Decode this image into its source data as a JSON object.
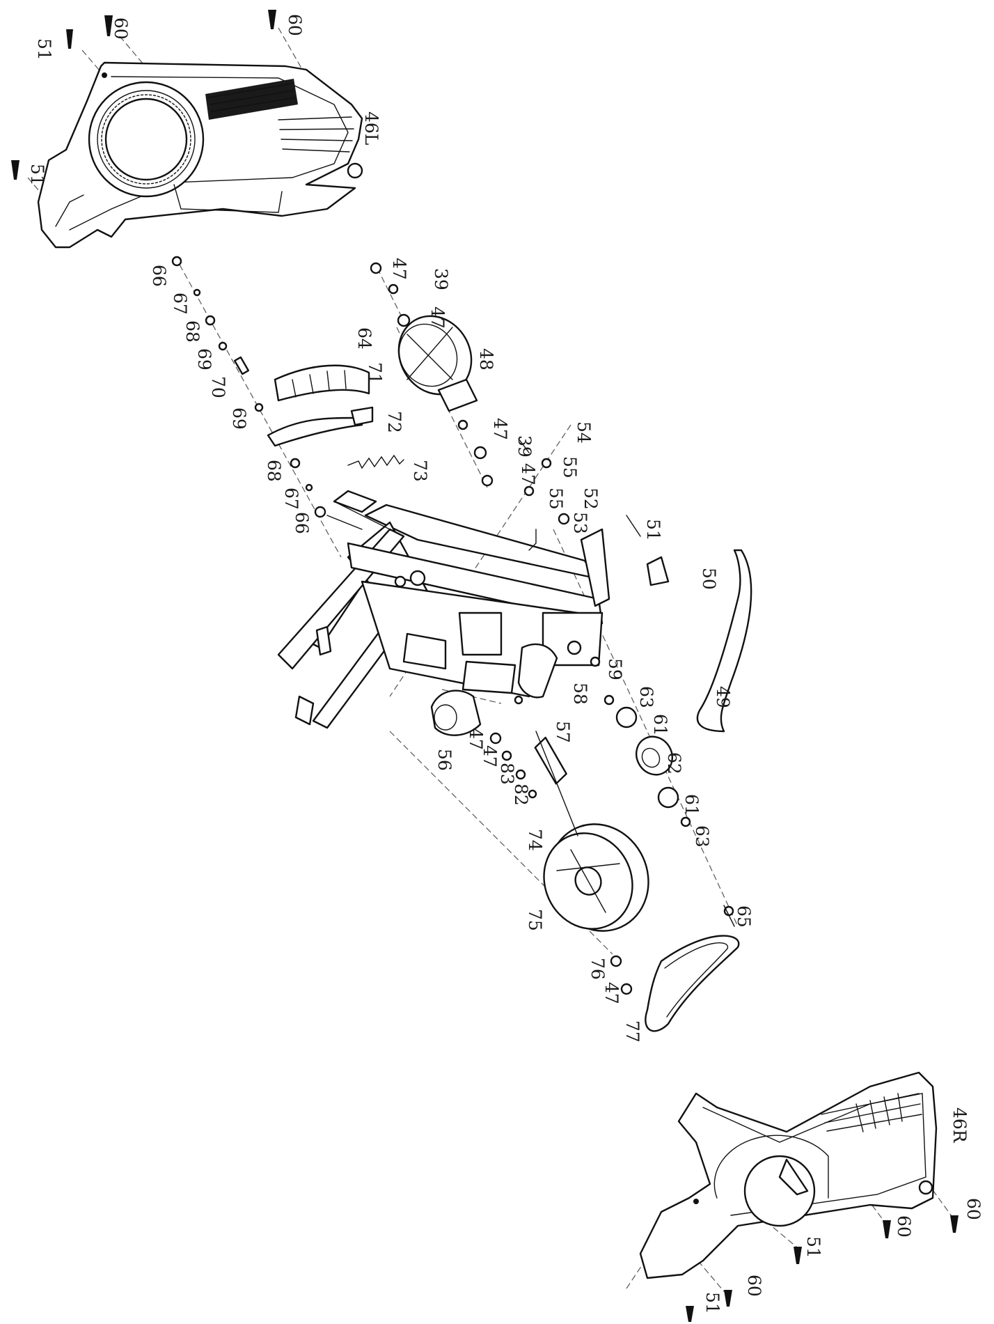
{
  "labels": {
    "p51": "51",
    "p60": "60",
    "p46L": "46L",
    "p46R": "46R",
    "p66": "66",
    "p67": "67",
    "p68": "68",
    "p69": "69",
    "p70": "70",
    "p71": "71",
    "p72": "72",
    "p73": "73",
    "p47": "47",
    "p39": "39",
    "p64": "64",
    "p48": "48",
    "p54": "54",
    "p55": "55",
    "p52": "52",
    "p53": "53",
    "p50": "50",
    "p49": "49",
    "p59": "59",
    "p63": "63",
    "p61": "61",
    "p62": "62",
    "p65": "65",
    "p58": "58",
    "p57": "57",
    "p56": "56",
    "p83": "83",
    "p82": "82",
    "p74": "74",
    "p75": "75",
    "p76": "76",
    "p77": "77"
  }
}
